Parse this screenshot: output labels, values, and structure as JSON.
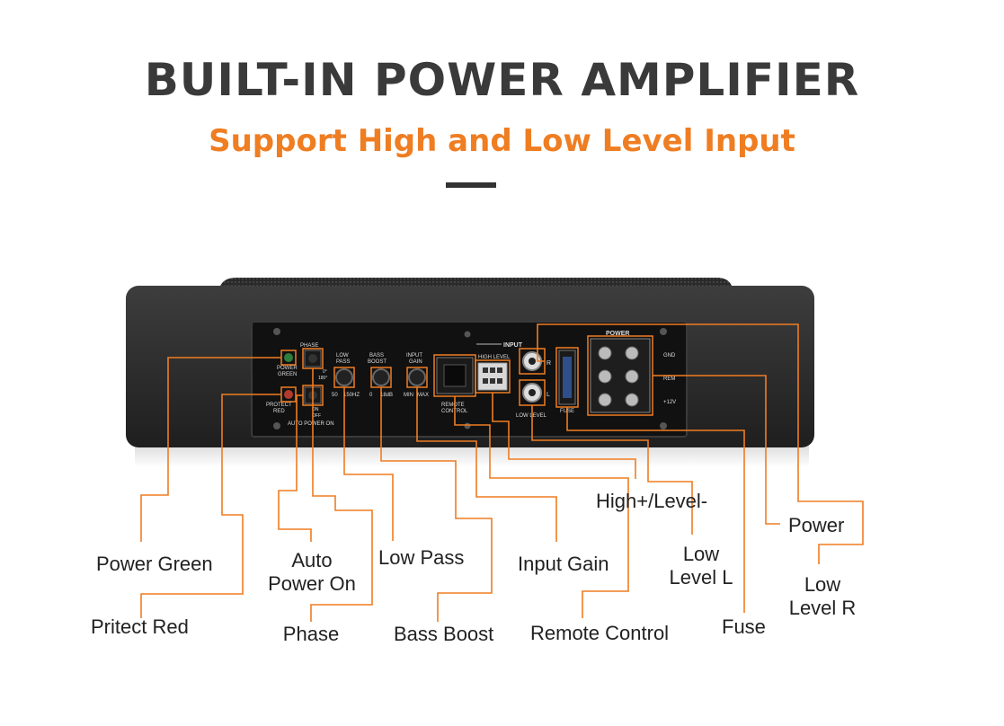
{
  "heading": {
    "title": "BUILT-IN POWER AMPLIFIER",
    "subtitle": "Support High and Low Level Input"
  },
  "colors": {
    "accent": "#ef7d22",
    "title": "#3a3a3a",
    "leader_line": "#ef7d22",
    "device_body": "#2b2b2b"
  },
  "panel_text": {
    "phase": "PHASE",
    "phase_0": "0°",
    "phase_180": "180°",
    "power_green": [
      "POWER",
      "GREEN"
    ],
    "protect_red": [
      "PROTECT",
      "RED"
    ],
    "on": "ON",
    "off": "OFF",
    "auto_power_on": "AUTO POWER ON",
    "low_pass": [
      "LOW",
      "PASS"
    ],
    "low_pass_min": "50",
    "low_pass_max": "150HZ",
    "bass_boost": [
      "BASS",
      "BOOST"
    ],
    "bass_boost_min": "0",
    "bass_boost_max": "18dB",
    "input_gain": [
      "INPUT",
      "GAIN"
    ],
    "gain_min": "MIN",
    "gain_max": "MAX",
    "remote_control": [
      "REMOTE",
      "CONTROL"
    ],
    "input": "INPUT",
    "high_level": "HIGH LEVEL",
    "low_level": "LOW LEVEL",
    "r": "R",
    "l": "L",
    "fuse": "FUSE",
    "power": "POWER",
    "gnd": "GND",
    "rem": "REM",
    "plus12v": "+12V"
  },
  "callouts": {
    "power_green": "Power Green",
    "pritect_red": "Pritect Red",
    "auto_power_on": "Auto\nPower On",
    "phase": "Phase",
    "low_pass": "Low Pass",
    "bass_boost": "Bass Boost",
    "input_gain": "Input Gain",
    "remote_control": "Remote Control",
    "high_level": "High+/Level-",
    "low_level_l": "Low\nLevel L",
    "fuse": "Fuse",
    "power": "Power",
    "low_level_r": "Low\nLevel R"
  }
}
